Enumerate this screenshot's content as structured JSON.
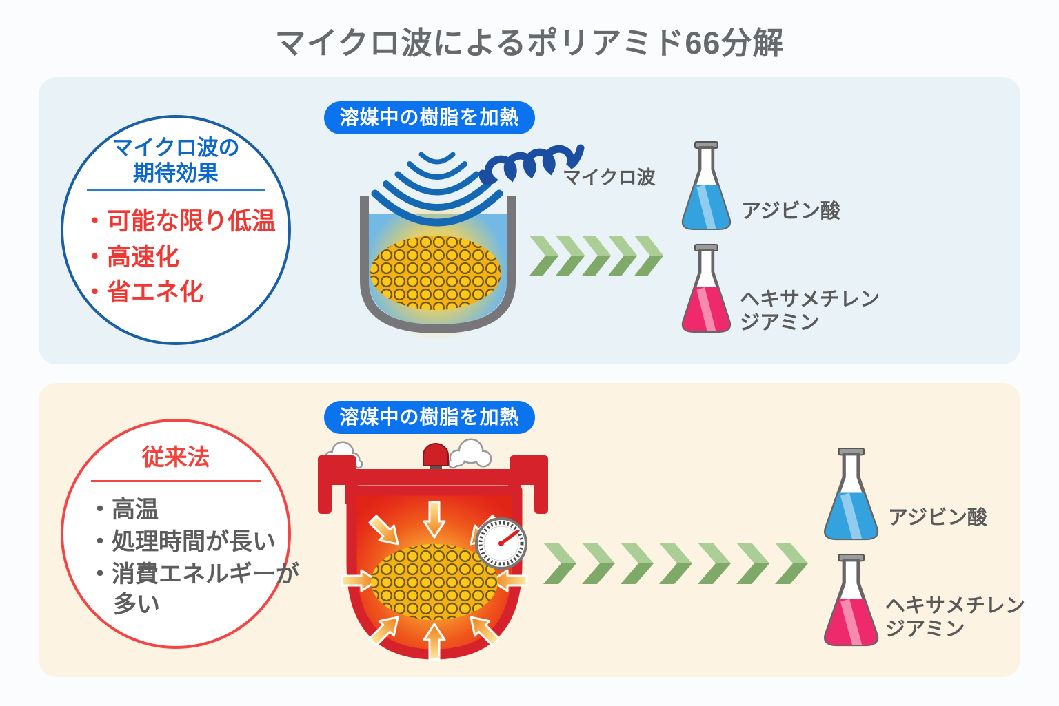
{
  "title": "マイクロ波によるポリアミド66分解",
  "microwave": {
    "badge": "溶媒中の樹脂を加熱",
    "circle": {
      "title": "マイクロ波の\n期待効果",
      "bullets": [
        "・可能な限り低温",
        "・高速化",
        "・省エネ化"
      ]
    },
    "wave_label": "マイクロ波",
    "flask_blue_label": "アジビン酸",
    "flask_pink_label": "ヘキサメチレン\nジアミン"
  },
  "conventional": {
    "badge": "溶媒中の樹脂を加熱",
    "circle": {
      "title": "従来法",
      "bullets": [
        "・高温",
        "・処理時間が長い",
        "・消費エネルギーが多い"
      ]
    },
    "flask_blue_label": "アジビン酸",
    "flask_pink_label": "ヘキサメチレン\nジアミン"
  },
  "icons": {
    "microwave_waves": "microwave-wave-arcs-icon",
    "microwave_coil": "microwave-squiggle-icon",
    "chevrons": "green-chevron-arrow-icon",
    "vessel": "heated-solvent-vessel-icon",
    "pressure_cooker": "pressure-cooker-icon",
    "flask": "erlenmeyer-flask-icon"
  },
  "colors": {
    "badge_blue": "#0b73ee",
    "panel_blue_bg": "#e9f2f6",
    "panel_cream_bg": "#fdf3e3",
    "circle_blue_border": "#1a5ea6",
    "circle_blue_text": "#0d68cc",
    "circle_red_border": "#f54444",
    "accent_red": "#ef3833",
    "text_gray": "#595959",
    "chevron_light": "#abce96",
    "chevron_dark": "#7fa968",
    "wave_blue": "#1468b4",
    "coil_navy": "#1b4da0",
    "vessel_gray": "#77777b",
    "liquid_blue": "#72b9e5",
    "particle_yellow": "#ffc61c",
    "cooker_red": "#d6222a",
    "flask_blue": "#35a2e0",
    "flask_pink": "#ee2a6d"
  }
}
